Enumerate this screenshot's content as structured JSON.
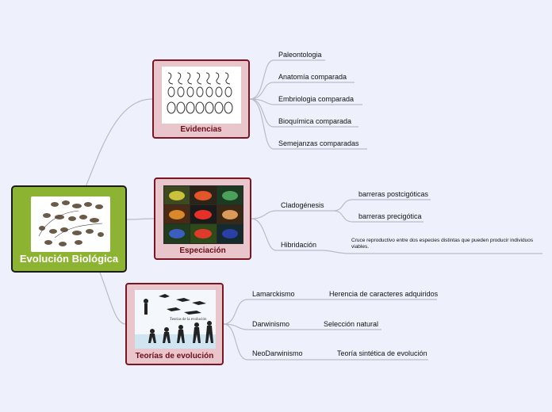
{
  "root": {
    "label": "Evolución Biológica",
    "image": "animal-evolution-diagram"
  },
  "topics": [
    {
      "label": "Evidencias",
      "image": "embryo-comparison-drawing",
      "children": [
        {
          "label": "Paleontologia"
        },
        {
          "label": "Anatomía comparada"
        },
        {
          "label": "Embriologia comparada"
        },
        {
          "label": "Bioquímica comparada"
        },
        {
          "label": "Semejanzas comparadas"
        }
      ]
    },
    {
      "label": "Especiación",
      "image": "poison-frog-variants-photo",
      "children": [
        {
          "label": "Cladogénesis",
          "children": [
            {
              "label": "barreras postcigóticas"
            },
            {
              "label": "barreras precigótica"
            }
          ]
        },
        {
          "label": "Hibridación",
          "children": [
            {
              "label": "Cruce reproductivo entre dos especies distintas que pueden producir individuos viables."
            }
          ]
        }
      ]
    },
    {
      "label": "Teorías de evolución",
      "image": "human-evolution-illustration",
      "image_caption": "Teorias de la evolución",
      "children": [
        {
          "label": "Lamarckismo",
          "children": [
            {
              "label": "Herencia de caracteres adquiridos"
            }
          ]
        },
        {
          "label": "Darwinismo",
          "children": [
            {
              "label": "Selección natural"
            }
          ]
        },
        {
          "label": "NeoDarwinismo",
          "children": [
            {
              "label": "Teoría sintética de evolución"
            }
          ]
        }
      ]
    }
  ],
  "colors": {
    "background": "#eef1fb",
    "root_fill": "#8db332",
    "topic_fill": "#e9c6cc",
    "topic_border": "#7a1524",
    "connector": "#b9bcc6"
  }
}
